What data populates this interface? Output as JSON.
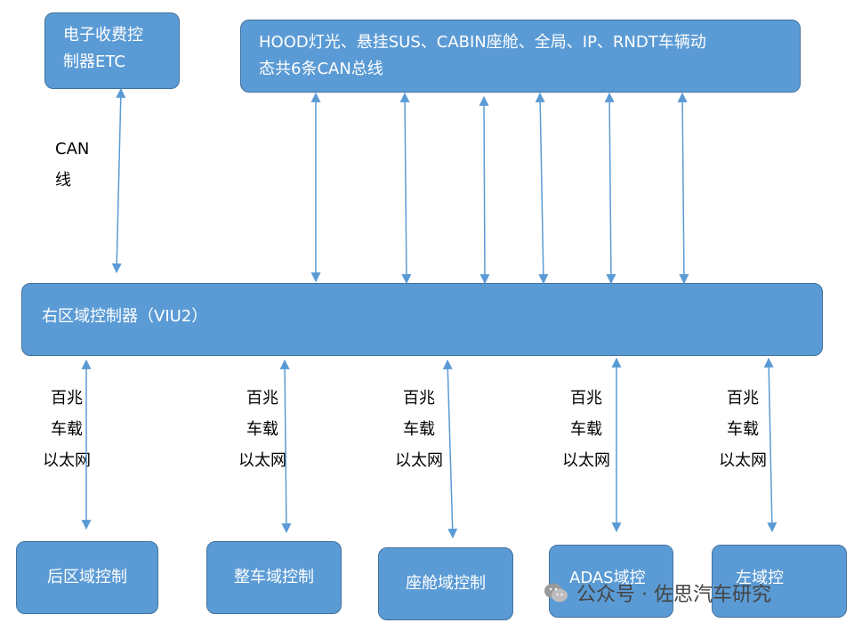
{
  "top_left_box": {
    "line1": "电子收费控",
    "line2": "制器ETC"
  },
  "top_right_box": {
    "line1": "HOOD灯光、悬挂SUS、CABIN座舱、全局、IP、RNDT车辆动",
    "line2": "态共6条CAN总线"
  },
  "can_label": {
    "line1": "CAN",
    "line2": "线"
  },
  "main_box": {
    "label": "右区域控制器（VIU2）"
  },
  "ethernet_label": {
    "line1": "百兆",
    "line2": "车载",
    "line3": "以太网"
  },
  "bottom_boxes": [
    {
      "label": "后区域控制"
    },
    {
      "label": "整车域控制"
    },
    {
      "label": "座舱域控制"
    },
    {
      "label": "ADAS域控"
    },
    {
      "label": "左域控"
    }
  ],
  "watermark": {
    "text": "公众号 · 佐思汽车研究",
    "icon": "wechat-icon"
  },
  "colors": {
    "box_fill": "#5b9bd5",
    "box_border": "#41719c",
    "arrow": "#5b9bd5"
  }
}
